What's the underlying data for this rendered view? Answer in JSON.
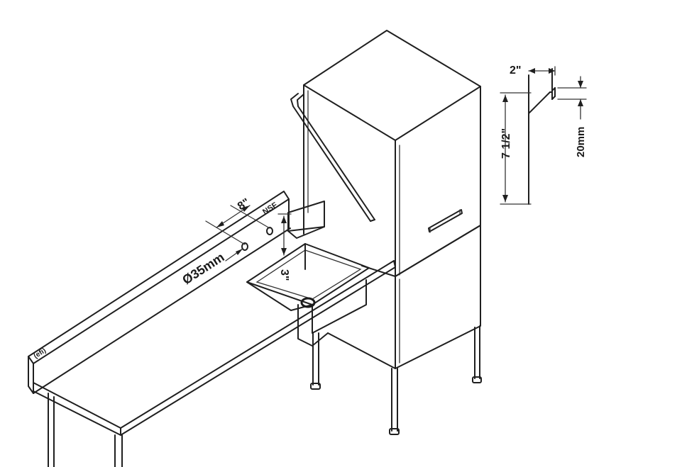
{
  "labels": {
    "logo": "(efi)",
    "nsf": "NSF",
    "hole_spacing": "8\"",
    "hole_diameter": "Ø35mm",
    "splash_height": "3\"",
    "lip_width": "2\"",
    "lip_height": "7 1/2\"",
    "lip_thickness": "20mm"
  }
}
